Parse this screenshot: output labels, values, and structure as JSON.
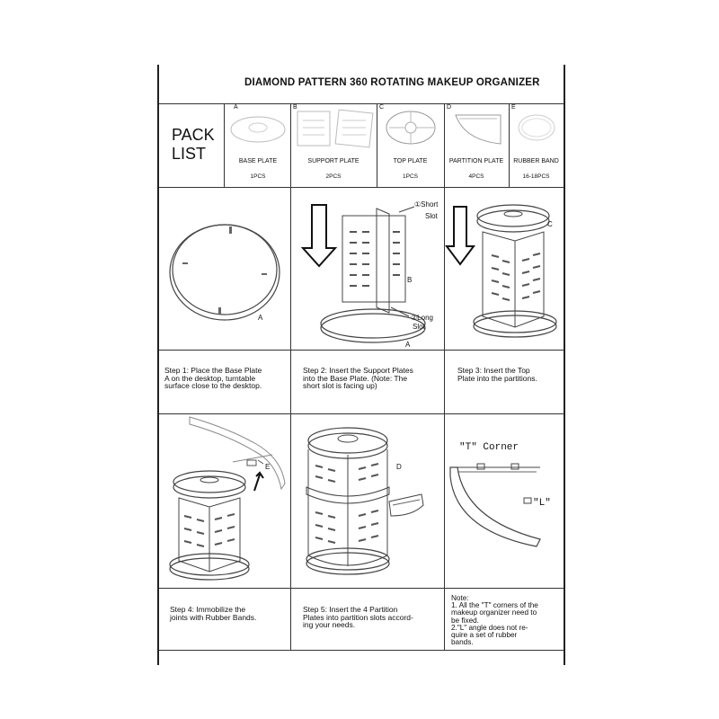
{
  "title": "DIAMOND PATTERN 360 ROTATING MAKEUP ORGANIZER",
  "pack_list": {
    "line1": "PACK",
    "line2": "LIST"
  },
  "parts": [
    {
      "letter": "A",
      "name": "BASE PLATE",
      "qty": "1PCS"
    },
    {
      "letter": "B",
      "name": "SUPPORT PLATE",
      "qty": "2PCS"
    },
    {
      "letter": "C",
      "name": "TOP PLATE",
      "qty": "1PCS"
    },
    {
      "letter": "D",
      "name": "PARTITION PLATE",
      "qty": "4PCS"
    },
    {
      "letter": "E",
      "name": "RUBBER BAND",
      "qty": "16-18PCS"
    }
  ],
  "figure_labels": {
    "a": "A",
    "b": "B",
    "c": "C",
    "d": "D",
    "e": "E",
    "short_slot_1": "①Short",
    "short_slot_2": "Slot",
    "long_slot_1": "②Long",
    "long_slot_2": "Slot",
    "t_corner": "\"T\" Corner",
    "l_corner": "\"L\""
  },
  "steps": {
    "step1": [
      "Step 1: Place the Base Plate",
      "A on the desktop, turntable",
      "surface close to the desktop."
    ],
    "step2": [
      "Step 2: Insert the Support Plates",
      "into the  Base Plate. (Note: The",
      "short slot is facing up)"
    ],
    "step3": [
      "Step 3: Insert the Top",
      "Plate into the partitions."
    ],
    "step4": [
      "Step 4: Immobilize the",
      "joints with Rubber Bands."
    ],
    "step5": [
      "Step 5: Insert the 4 Partition",
      "Plates into partition slots accord-",
      "ing your needs."
    ],
    "note": [
      "Note:",
      "1. All the \"T\" corners of the",
      "makeup organizer need to",
      "be fixed.",
      "2.\"L\" angle does not re-",
      "quire a set of rubber",
      "bands."
    ]
  }
}
